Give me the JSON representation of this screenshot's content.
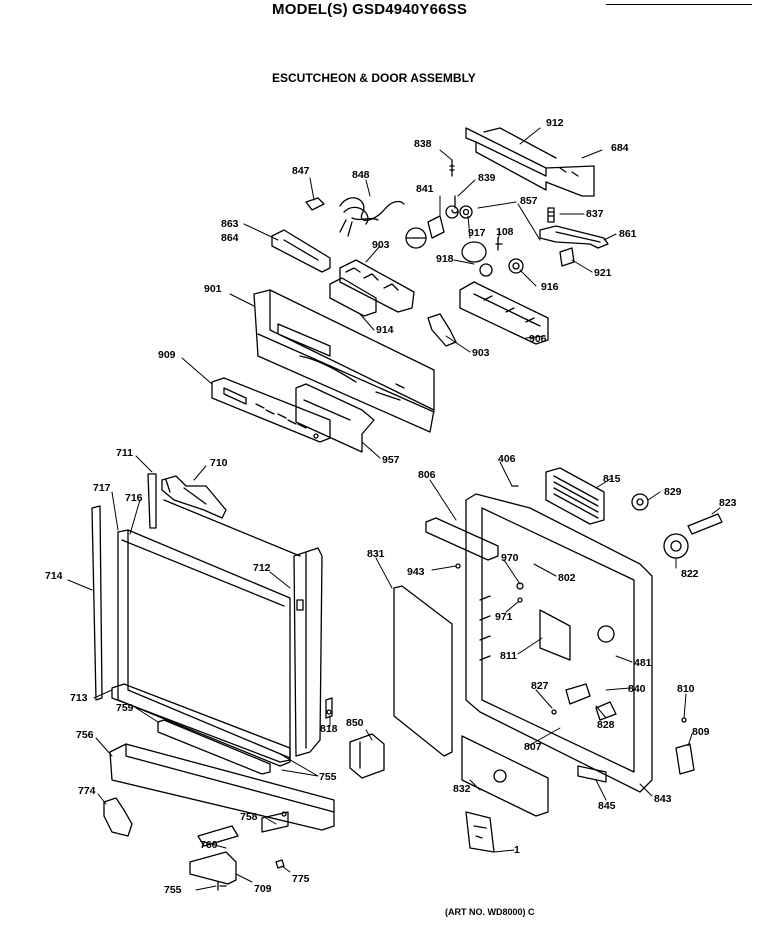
{
  "header": {
    "model": "MODEL(S) GSD4940Y66SS",
    "section": "ESCUTCHEON & DOOR ASSEMBLY"
  },
  "footer": {
    "art_number": "(ART NO. WD8000) C"
  },
  "callouts": {
    "c912": "912",
    "c838": "838",
    "c684": "684",
    "c847": "847",
    "c848": "848",
    "c839": "839",
    "c841": "841",
    "c857": "857",
    "c837": "837",
    "c863": "863",
    "c864": "864",
    "c903a": "903",
    "c917": "917",
    "c108": "108",
    "c861": "861",
    "c918": "918",
    "c916": "916",
    "c921": "921",
    "c901": "901",
    "c914": "914",
    "c903b": "903",
    "c906": "906",
    "c909": "909",
    "c957": "957",
    "c711": "711",
    "c710": "710",
    "c717": "717",
    "c716": "716",
    "c406": "406",
    "c806": "806",
    "c815": "815",
    "c829": "829",
    "c823": "823",
    "c714": "714",
    "c712": "712",
    "c831": "831",
    "c970": "970",
    "c943": "943",
    "c802": "802",
    "c822": "822",
    "c971": "971",
    "c811": "811",
    "c481": "481",
    "c713": "713",
    "c827": "827",
    "c840": "840",
    "c810": "810",
    "c759": "759",
    "c818": "818",
    "c850": "850",
    "c828": "828",
    "c756": "756",
    "c807": "807",
    "c809": "809",
    "c755a": "755",
    "c774": "774",
    "c832": "832",
    "c843": "843",
    "c845": "845",
    "c758": "758",
    "c1": "1",
    "c760": "760",
    "c775": "775",
    "c755b": "755",
    "c709": "709"
  }
}
